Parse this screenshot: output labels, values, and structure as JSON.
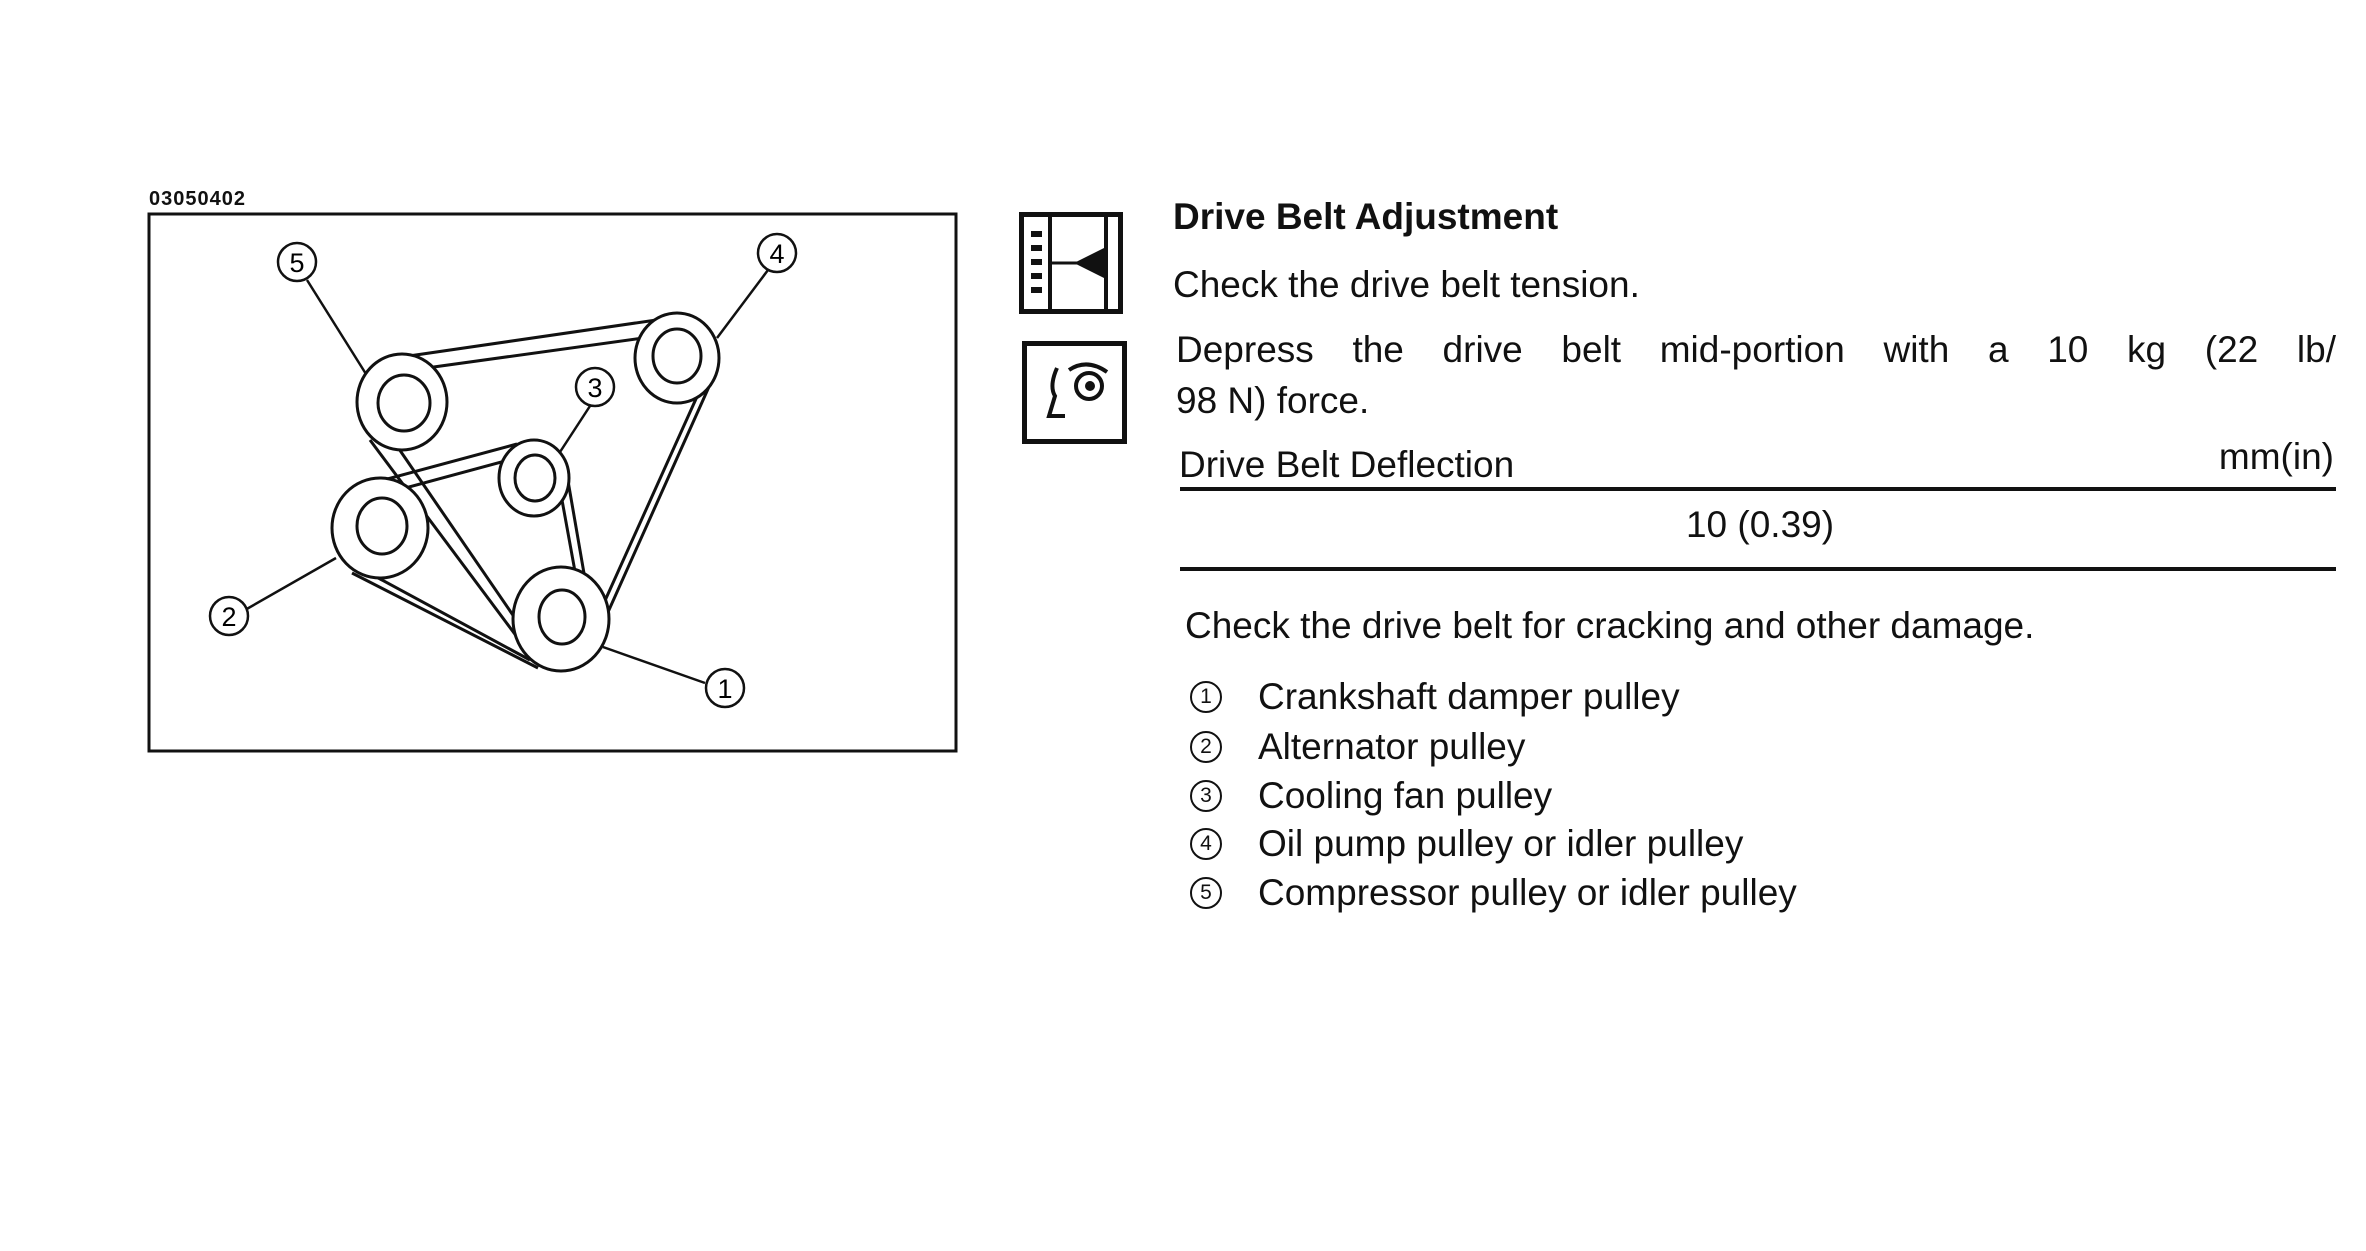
{
  "figure": {
    "id": "03050402",
    "callouts": [
      "1",
      "2",
      "3",
      "4",
      "5"
    ]
  },
  "section": {
    "title": "Drive Belt Adjustment",
    "step1": "Check the drive belt tension.",
    "step2_line1": "Depress the drive belt mid-portion with a 10 kg (22 lb/",
    "step2_line2": "98 N) force.",
    "spec_label": "Drive Belt Deflection",
    "spec_unit": "mm(in)",
    "spec_value": "10 (0.39)",
    "step3": "Check the drive belt for cracking and other damage."
  },
  "legend": [
    {
      "num": "1",
      "label": "Crankshaft damper pulley"
    },
    {
      "num": "2",
      "label": "Alternator pulley"
    },
    {
      "num": "3",
      "label": "Cooling fan pulley"
    },
    {
      "num": "4",
      "label": "Oil pump pulley or idler pulley"
    },
    {
      "num": "5",
      "label": "Compressor pulley or idler pulley"
    }
  ]
}
